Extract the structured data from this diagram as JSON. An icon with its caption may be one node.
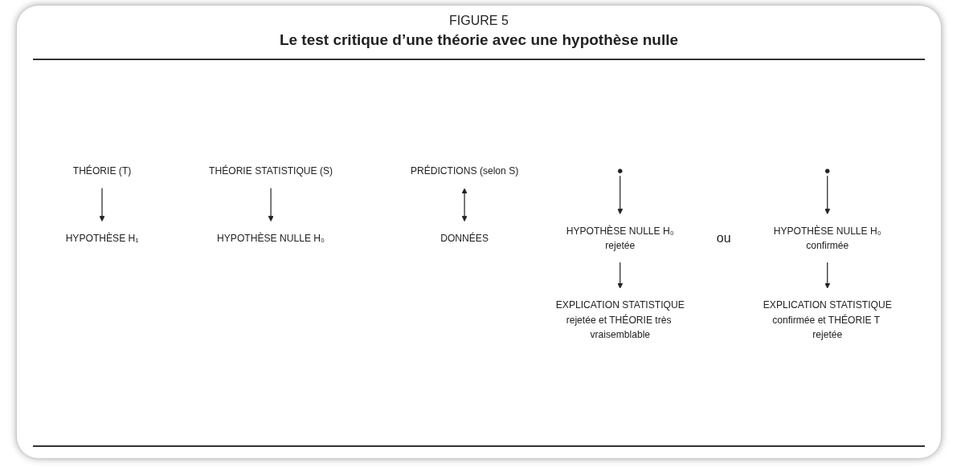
{
  "diagram": {
    "title": "Le test critique d’une théorie avec une hypothèse nulle",
    "nodes": [
      {
        "text": [
          "THÉORIE (T)"
        ]
      },
      {
        "text": [
          "HYPOTHÈSE H₁"
        ]
      },
      {
        "text": [
          "THÉORIE STATISTIQUE (S)"
        ]
      },
      {
        "text": [
          "HYPOTHÈSE NULLE H₀"
        ]
      },
      {
        "text": [
          "PRÉDICTIONS (selon S)"
        ]
      },
      {
        "text": [
          "DONNÉES"
        ]
      },
      {
        "text": [
          "HYPOTHÈSE NULLE H₀",
          "rejetée"
        ]
      },
      {
        "text": [
          "HYPOTHÈSE NULLE H₀",
          "confirmée"
        ]
      },
      {
        "text": [
          "EXPLICATION STATISTIQUE",
          "rejetée et THÉORIE très vraisemblable"
        ]
      },
      {
        "text": [
          "EXPLICATION STATISTIQUE",
          "confirmée et THÉORIE T rejetée"
        ]
      }
    ],
    "edges": [
      {
        "from": 0,
        "to": 1,
        "arrow": "to"
      },
      {
        "from": 2,
        "to": 3,
        "arrow": "to"
      },
      {
        "from": 4,
        "to": 5,
        "arrow": "both"
      },
      {
        "from": null,
        "to": 6,
        "arrow": "to"
      },
      {
        "from": null,
        "to": 7,
        "arrow": "to"
      },
      {
        "from": 6,
        "to": 8,
        "arrow": "to"
      },
      {
        "from": 7,
        "to": 9,
        "arrow": "to"
      }
    ],
    "labels": [
      "FIGURE 5",
      "ou"
    ]
  }
}
